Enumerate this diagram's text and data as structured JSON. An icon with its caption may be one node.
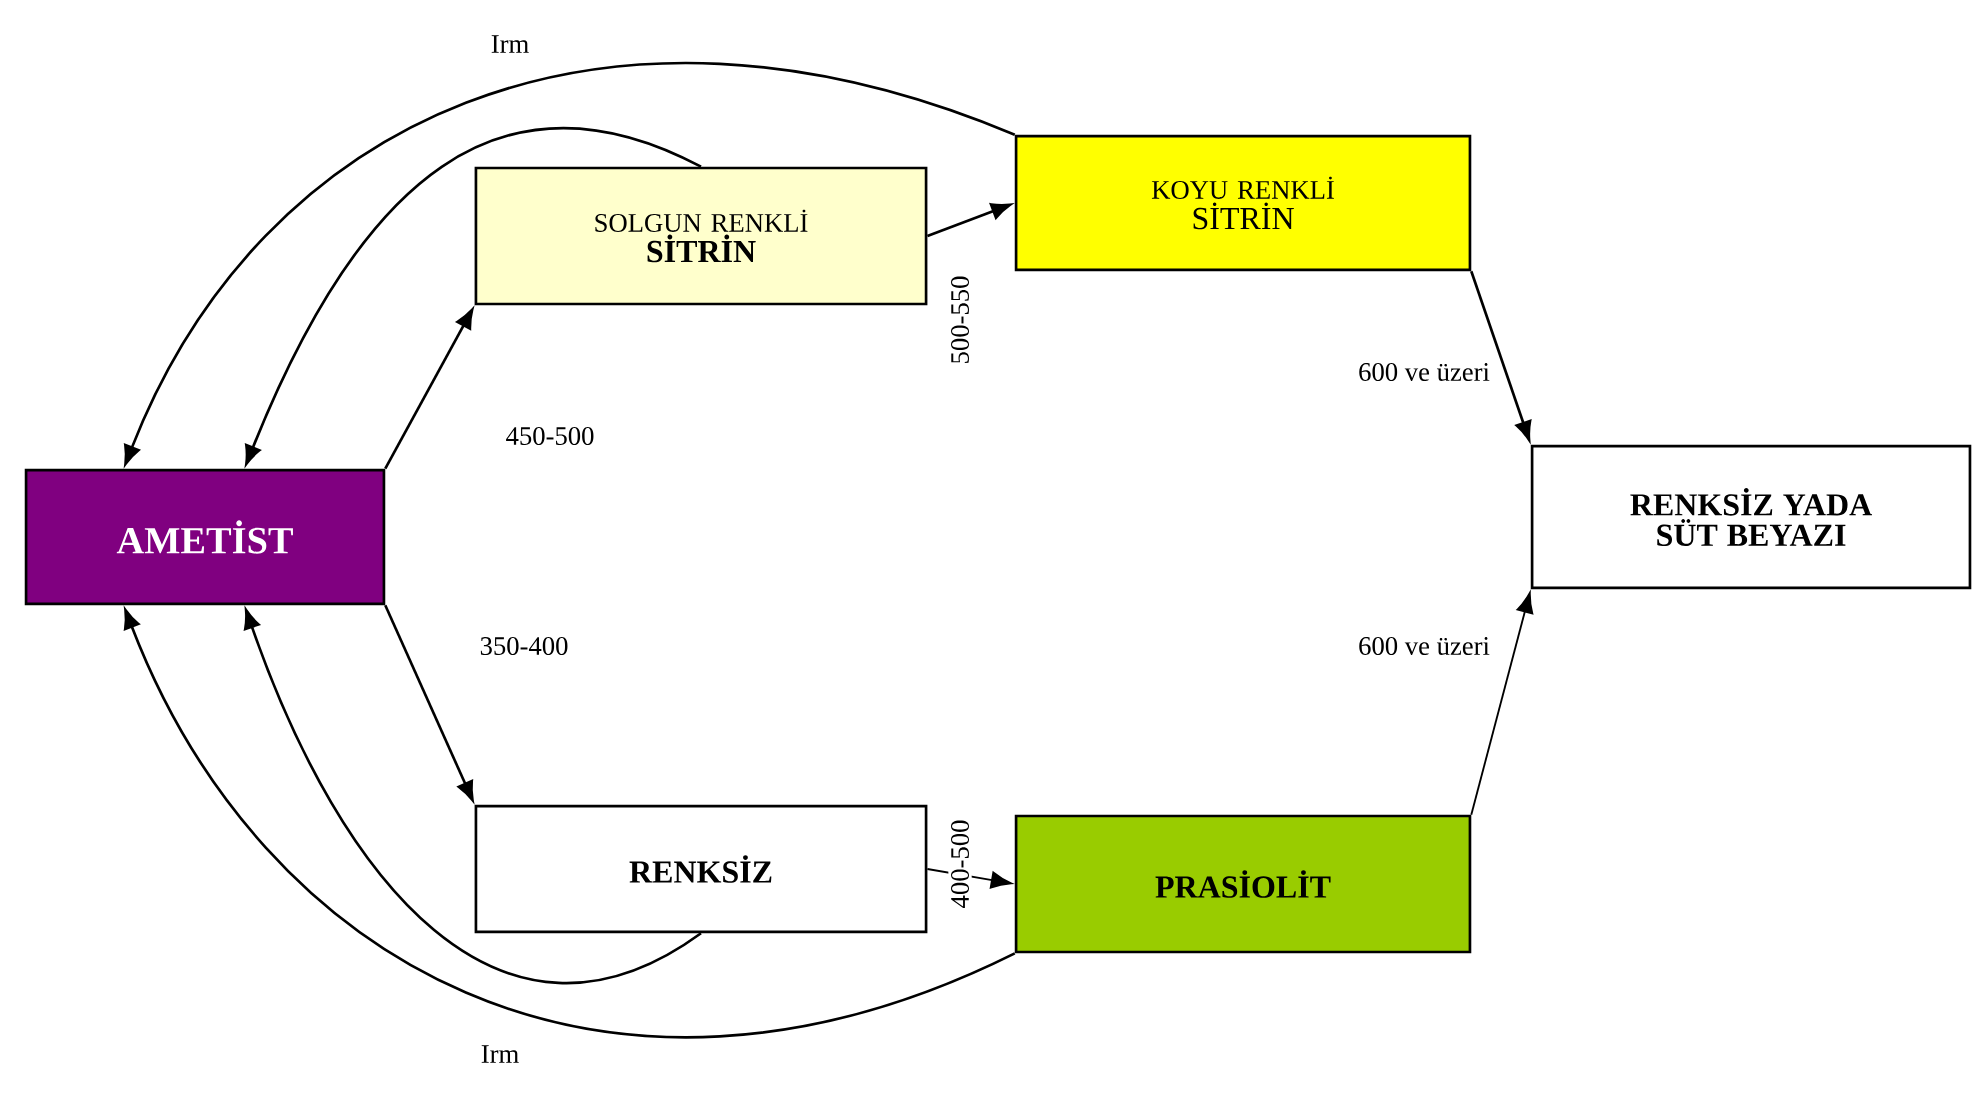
{
  "diagram": {
    "nodes": [
      {
        "text": [
          "AMETİST"
        ]
      },
      {
        "text": [
          "SOLGUN RENKLİ",
          "SİTRİN"
        ]
      },
      {
        "text": [
          "KOYU RENKLİ",
          "SİTRİN"
        ]
      },
      {
        "text": [
          "RENKSİZ YADA SÜT BEYAZI"
        ]
      },
      {
        "text": [
          "RENKSİZ"
        ]
      },
      {
        "text": [
          "PRASİOLİT"
        ]
      }
    ],
    "edges": [
      {
        "from": 0,
        "to": 1,
        "arrow": "to",
        "label": "450-500"
      },
      {
        "from": 1,
        "to": 2,
        "arrow": "to",
        "label": "500-550"
      },
      {
        "from": 2,
        "to": 3,
        "arrow": "to",
        "label": "600 ve üzeri"
      },
      {
        "from": 0,
        "to": 4,
        "arrow": "to",
        "label": "350-400"
      },
      {
        "from": 4,
        "to": 5,
        "arrow": "to",
        "label": "400-500"
      },
      {
        "from": 5,
        "to": 3,
        "arrow": "to",
        "label": "600 ve üzeri"
      },
      {
        "from": 2,
        "to": 0,
        "arrow": "to",
        "label": "Irm"
      },
      {
        "from": 1,
        "to": 0,
        "arrow": "to"
      },
      {
        "from": 4,
        "to": 0,
        "arrow": "to"
      },
      {
        "from": 5,
        "to": 0,
        "arrow": "to",
        "label": "Irm"
      }
    ]
  }
}
